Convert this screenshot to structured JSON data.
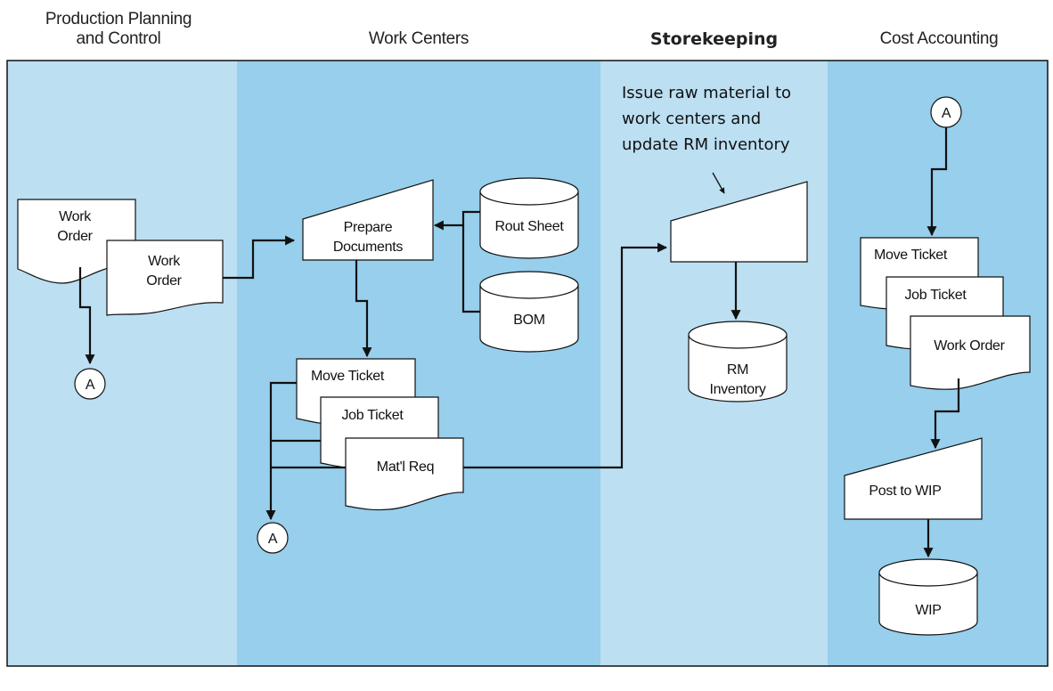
{
  "lanes": {
    "ppc": {
      "line1": "Production Planning",
      "line2": "and Control"
    },
    "work_centers": "Work Centers",
    "storekeeping": "Storekeeping",
    "cost_accounting": "Cost Accounting"
  },
  "ppc": {
    "work_order_1": [
      "Work",
      "Order"
    ],
    "work_order_2": [
      "Work",
      "Order"
    ],
    "connector": "A"
  },
  "work_centers": {
    "prepare": [
      "Prepare",
      "Documents"
    ],
    "rout_sheet": "Rout Sheet",
    "bom": "BOM",
    "move_ticket": "Move Ticket",
    "job_ticket": "Job Ticket",
    "matl_req": "Mat'l Req",
    "connector": "A"
  },
  "storekeeping": {
    "note": [
      "Issue raw material to",
      "work centers and",
      "update RM inventory"
    ],
    "rm_inventory": [
      "RM",
      "Inventory"
    ]
  },
  "cost_accounting": {
    "connector": "A",
    "move_ticket": "Move Ticket",
    "job_ticket": "Job Ticket",
    "work_order": "Work Order",
    "post_wip": "Post to WIP",
    "wip": "WIP"
  },
  "colors": {
    "lane_light": "#bcdff2",
    "lane_dark": "#97cfec",
    "stroke": "#111111"
  }
}
